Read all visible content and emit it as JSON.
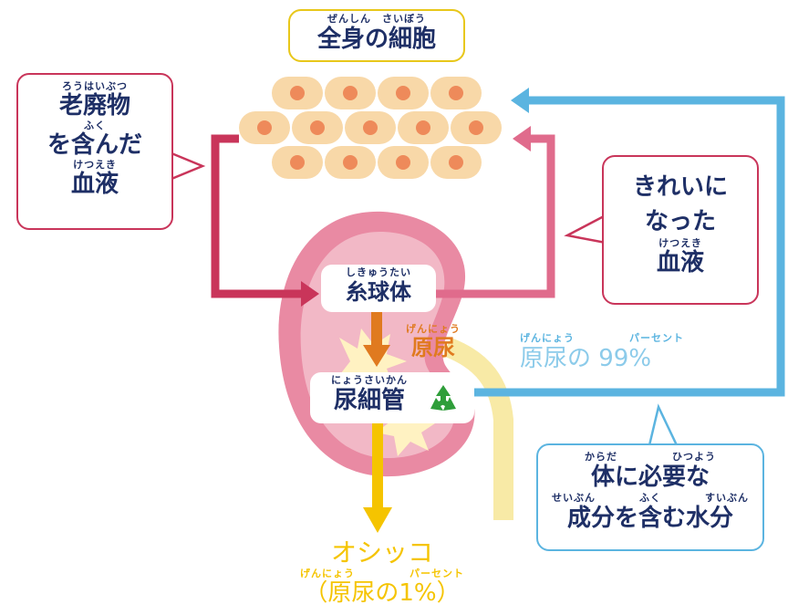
{
  "cells": {
    "ruby": "ぜんしん　さいぼう",
    "title": "全身の細胞"
  },
  "waste_blood": {
    "line1_ruby": "ろうはいぶつ",
    "line1": "老廃物",
    "line2_ruby": "ふく",
    "line2": "を含んだ",
    "line3_ruby": "けつえき",
    "line3": "血液"
  },
  "clean_blood": {
    "line1": "きれいに",
    "line2": "なった",
    "line3_ruby": "けつえき",
    "line3": "血液"
  },
  "glomerulus": {
    "ruby": "しきゅうたい",
    "label": "糸球体"
  },
  "primary_urine": {
    "ruby": "げんにょう",
    "label": "原尿"
  },
  "tubule": {
    "ruby": "にょうさいかん",
    "label": "尿細管"
  },
  "reabsorbed": {
    "ruby": "げんにょう　　　　　パーセント",
    "label": "原尿の 99%"
  },
  "needed": {
    "line1_ruby": "からだ　　　　　ひつよう",
    "line1": "体に必要な",
    "line2_ruby": "せいぶん　　　　ふく　　　　すいぶん",
    "line2": "成分を含む水分"
  },
  "urine": {
    "title": "オシッコ",
    "ruby": "げんにょう　　　　　パーセント",
    "percent": "（原尿の1%）"
  },
  "colors": {
    "blue": "#5bb4e0",
    "red": "#c9355a",
    "pink": "#e06b8c",
    "orange": "#e07a1f",
    "yellow": "#f5c400",
    "navy": "#1e2f66"
  },
  "icons": {
    "recycle": "recycle-icon"
  }
}
